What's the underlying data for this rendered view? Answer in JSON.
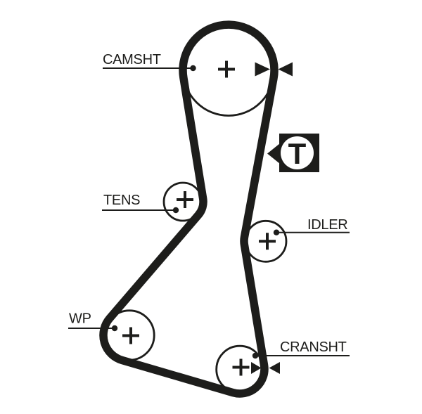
{
  "diagram": {
    "type": "timing-belt-routing-diagram",
    "background_color": "#ffffff",
    "ink_color": "#1d1d1b",
    "labels": {
      "camshaft": "CAMSHT",
      "tensioner": "TENS",
      "idler": "IDLER",
      "water_pump": "WP",
      "crankshaft": "CRANSHT"
    },
    "badge": {
      "letter": "T"
    },
    "icons": {
      "pulley_center_marker": "plus-cross",
      "timing_mark": "opposing-arrowheads",
      "badge_pointer": "left-pointing-triangle"
    }
  }
}
